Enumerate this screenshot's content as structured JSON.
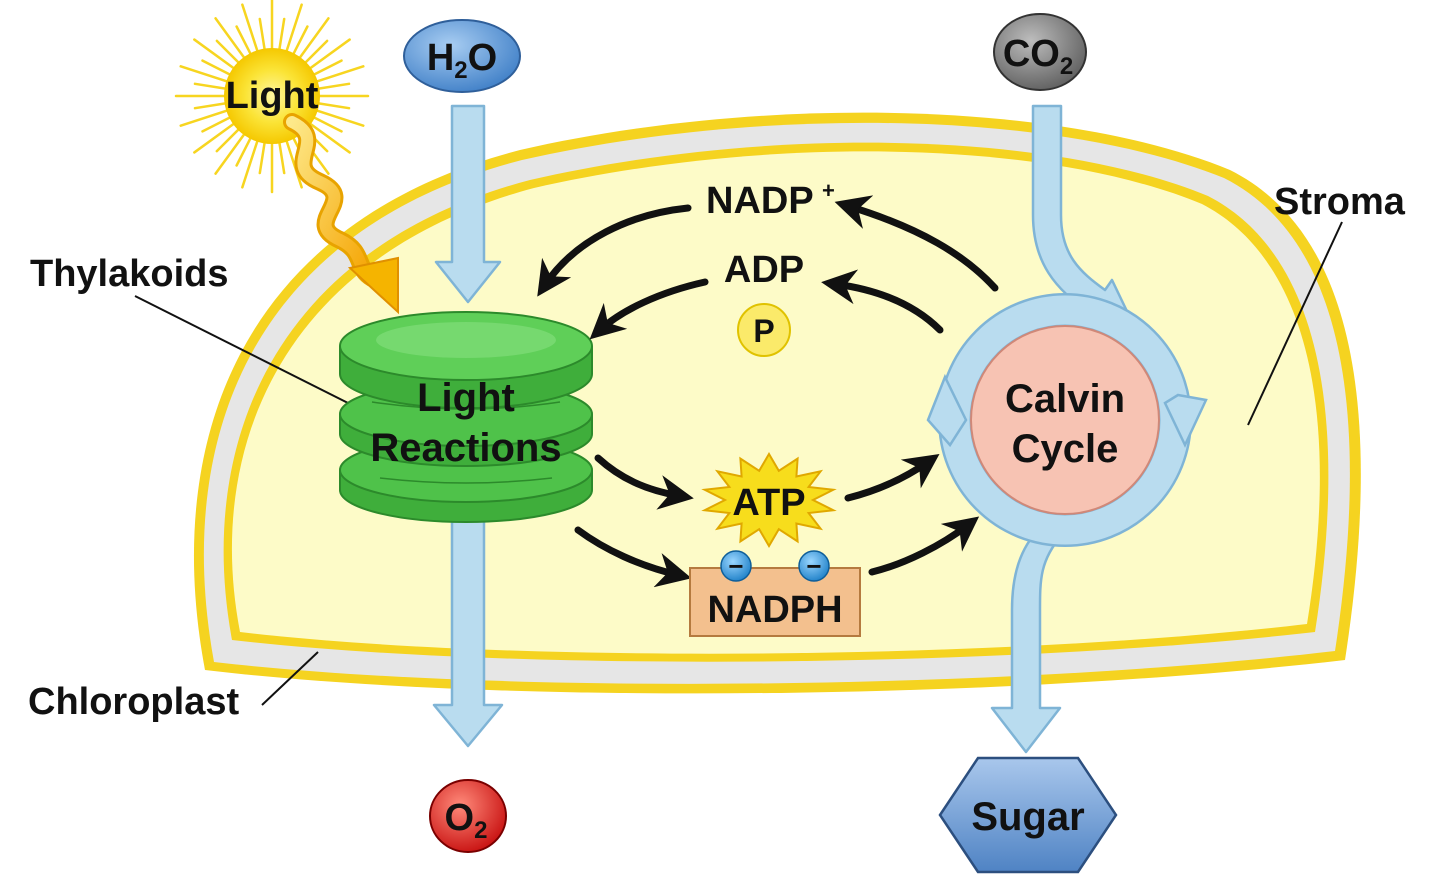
{
  "labels": {
    "light": "Light",
    "thylakoids": "Thylakoids",
    "chloroplast": "Chloroplast",
    "stroma": "Stroma",
    "light_reactions_line1": "Light",
    "light_reactions_line2": "Reactions",
    "calvin_line1": "Calvin",
    "calvin_line2": "Cycle",
    "nadp_plus": "NADP",
    "nadp_plus_sup": "+",
    "adp": "ADP",
    "phosphate": "P",
    "atp": "ATP",
    "nadph": "NADPH",
    "electron_sign": "−",
    "sugar": "Sugar"
  },
  "molecules": {
    "water": {
      "main": "H",
      "sub": "2",
      "tail": "O"
    },
    "carbon_dioxide": {
      "main": "CO",
      "sub": "2"
    },
    "oxygen": {
      "main": "O",
      "sub": "2"
    }
  },
  "colors": {
    "chloroplast_fill": "#fdfbc8",
    "envelope_yellow": "#f5d320",
    "envelope_gray": "#e6e6e6",
    "flow_blue": "#b9dcef",
    "flow_blue_edge": "#7fb4d6",
    "thylakoid_green": "#4fc24a",
    "thylakoid_dark": "#2c8a2b",
    "calvin_pink": "#f7c3b3",
    "water_blue": "#5d9ad8",
    "co2_gray": "#777777",
    "oxygen_red": "#e02020",
    "sugar_blue": "#6e9cd3",
    "nadph_tan": "#f3c08e",
    "atp_yellow": "#f7dd1c",
    "sun_yellow": "#fbe437"
  }
}
